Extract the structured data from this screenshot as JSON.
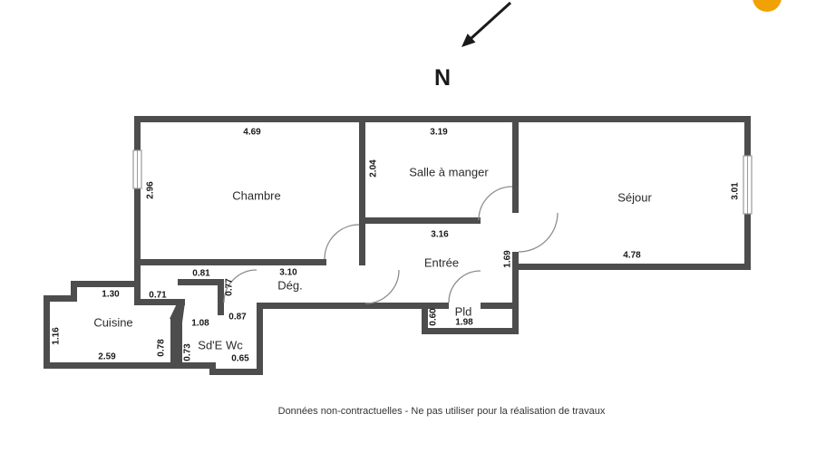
{
  "north": {
    "label": "N"
  },
  "footer": {
    "text": "Données non-contractuelles - Ne pas utiliser pour la réalisation de travaux"
  },
  "colors": {
    "wall": "#4d4d4d",
    "door": "#8d8d8d",
    "text": "#1a1a1a",
    "accent_circle": "#f0a202"
  },
  "rooms": {
    "chambre": "Chambre",
    "salle_a_manger": "Salle à manger",
    "sejour": "Séjour",
    "entree": "Entrée",
    "degagement": "Dég.",
    "cuisine": "Cuisine",
    "sde_wc": "Sd'E Wc",
    "placard": "Pld"
  },
  "dims": {
    "chambre_width": "4.69",
    "chambre_height": "2.96",
    "salle_width": "3.19",
    "salle_height": "2.04",
    "sejour_height": "3.01",
    "sejour_width": "4.78",
    "entree_width": "3.16",
    "entree_height": "1.69",
    "deg_width": "3.10",
    "vest_top": "0.81",
    "vest_opening": "0.71",
    "vest_side": "0.77",
    "cuisine_top": "1.30",
    "cuisine_left": "1.16",
    "cuisine_bottom": "2.59",
    "sde_nook": "0.87",
    "sde_top": "1.08",
    "cuisine_right": "0.78",
    "sde_left": "0.73",
    "sde_bottom": "0.65",
    "placard_width": "1.98",
    "placard_height": "0.60"
  }
}
